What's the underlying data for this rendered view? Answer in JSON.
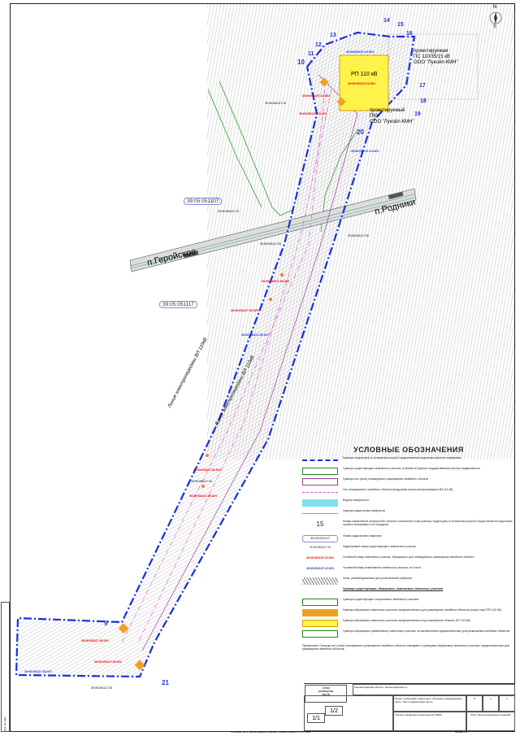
{
  "map": {
    "quarters": [
      "39:05:051107",
      "39:05:051117"
    ],
    "cadastral_parcels": [
      "39:05:051107:13",
      "39:05:051117:26",
      "39:05:051117:25",
      "39:05:051117:28"
    ],
    "parcel_labels_blue": [
      "39:05:051107:13:ЗУ4",
      "39:05:051107:13:ЗУ4",
      "39:05:051117:28:ЗУ7",
      "39:05:051117:28:ЗУ7"
    ],
    "parcel_labels_red": [
      "39:05:051107:13:ЗУ1",
      "39:05:051107:13:ЗУ2",
      "39:05:051107:13:ЗУ3",
      "39:05:051117:26:ЗУ6",
      "39:05:051117:26:ЗУ5",
      "39:05:051117:26:ЗУ4",
      "39:05:051117:26:ЗУ3",
      "39:05:051117:28:ЗУ1",
      "39:05:051117:28:ЗУ2"
    ],
    "rp_label": "РП 110 кВ",
    "ps_label": [
      "проектируемая",
      "ПС 110/35/15 кВ",
      "ООО \"Лукойл-КМН\""
    ],
    "pku_label": [
      "проектируемый",
      "ПКУ",
      "ООО \"Лукойл-КМН\""
    ],
    "line_label": "Линия электропередачи ВЛ 110кВ",
    "settlement_left": "п.Геройское",
    "settlement_right": "п.Родники",
    "points": [
      "9",
      "10",
      "11",
      "12",
      "13",
      "14",
      "15",
      "16",
      "17",
      "18",
      "19",
      "20",
      "21"
    ],
    "compass_n": "N",
    "compass_s": "S"
  },
  "legend": {
    "title": "УСЛОВНЫЕ ОБОЗНАЧЕНИЯ",
    "items": [
      "Границы территории, в отношении которой осуществляется подготовка проекта планировки",
      "Границы существующих земельных участков, учтённых в Едином государственном реестре недвижимости",
      "Границы зон (зона) планируемого размещения линейного объекта",
      "Ось планируемого линейного объекта (воздушная линия электропередачи  ВЛ-110 кВ)",
      "Водная поверхность",
      "Границы кадастровых кварталов",
      "Номер характерной (поворотной, начала и окончания) точки границы территории, в отношении которой осуществляется подготовка проекта планировки и её координат",
      "Номер кадастрового квартала",
      "Кадастровый номер существующего земельного участка",
      "Условный номер земельного участка, образуемого для планируемого размещения линейного объекта",
      "Условный номер изменяемого земельного участка, его части",
      "Зоны, рекомендованные для установления сервитута",
      "Границы существующих, образуемых, изменяемых земельных участков",
      "Границы существующих сохраняемых земельных участков",
      "Границы образуемых земельных участков, предназначенных для размещения линейных объектов (опоры под ПЭП-110 кВ)",
      "Границы образуемых земельных участков, предназначенных под инженерные объекты (РП 110 кВ)",
      "Границы образуемых (изменяемых) земельных участков, за исключением предназначенных для размещения линейных объектов"
    ],
    "sample_point": "15",
    "sample_quarter": "39:05:051107",
    "sample_cad": "39:05:051107:13",
    "sample_red": "39:05:051107:13:ЗУ1",
    "sample_blue": "39:05:051107:13:ЗУ4",
    "note": "Примечание: Границы зон (зоны) планируемого размещения линейного объекта совпадают с границами образуемых земельных участков, предназначенных для размещения линейных объектов",
    "colors": {
      "territory": "#1a2fd6",
      "parcel": "#1d8a1d",
      "zone": "#a0409a",
      "axis": "#d24fd2",
      "water": "#7fe0ea",
      "quarter": "#6fa8dc",
      "rp": "#fff24a",
      "support": "#f0a020"
    }
  },
  "titleblock": {
    "scheme": [
      "Схема",
      "размещения",
      "листов"
    ],
    "page_current": "1/1",
    "page_next": "1/2",
    "project": "Калининградская область, Зеленоградский р-н",
    "object": "Проект планировки территории. Основная (утверждаемая) часть. Том 1 (графическая часть)",
    "sheet_title": "Чертёж планировки территории М 1:5000",
    "company": "ООО \"Центр инженерных решений\"",
    "stage": "П",
    "sheet": "1",
    "sheets": "1"
  },
  "footer": "Согласно листу Зеленоградского района: Схема опорных РП (РП-110)",
  "format": "Формат А1",
  "side_stamp": "Инв. № подл."
}
